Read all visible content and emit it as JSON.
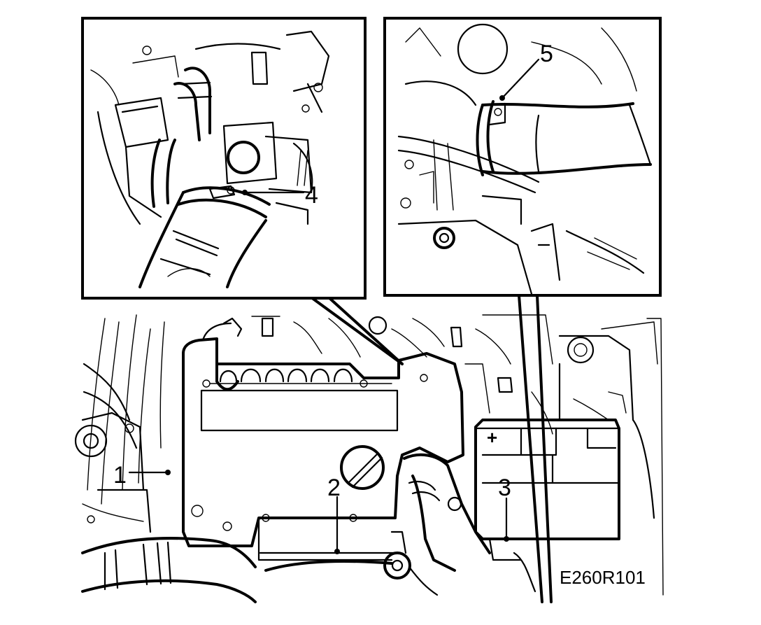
{
  "diagram": {
    "callouts": [
      {
        "id": "1",
        "label": "1"
      },
      {
        "id": "2",
        "label": "2"
      },
      {
        "id": "3",
        "label": "3"
      },
      {
        "id": "4",
        "label": "4"
      },
      {
        "id": "5",
        "label": "5"
      }
    ],
    "reference_code": "E260R101",
    "battery_terminal_symbol": "+",
    "colors": {
      "line": "#000000",
      "background": "#ffffff"
    }
  }
}
